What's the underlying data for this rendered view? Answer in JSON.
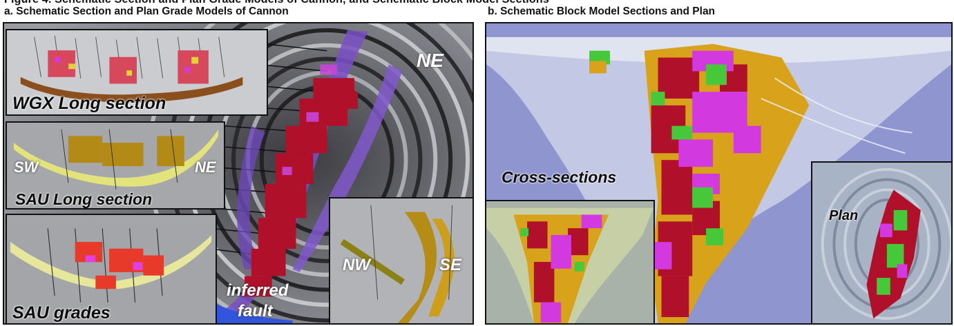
{
  "figure": {
    "title": "Figure 4.  Schematic Section and Plan Grade Models of Cannon, and Schematic Block Model Sections"
  },
  "panel_a": {
    "title": "a. Schematic Section and Plan Grade Models of Cannon",
    "labels": {
      "ne_main": "NE",
      "wgx": "WGX Long section",
      "sw": "SW",
      "ne_sau": "NE",
      "sau_long": "SAU Long section",
      "sau_grades": "SAU grades",
      "inferred": "inferred",
      "fault": "fault",
      "nw": "NW",
      "se": "SE"
    }
  },
  "panel_b": {
    "title": "b. Schematic Block Model Sections and Plan",
    "labels": {
      "cross_sections": "Cross-sections",
      "plan": "Plan"
    }
  },
  "colors": {
    "ore_red": "#b0102a",
    "ore_magenta": "#d23adf",
    "ore_green": "#46c83a",
    "ore_orange": "#d8a21a",
    "fault_purple": "#7a4fc6",
    "panel_b_bg": "#8e95cf"
  }
}
